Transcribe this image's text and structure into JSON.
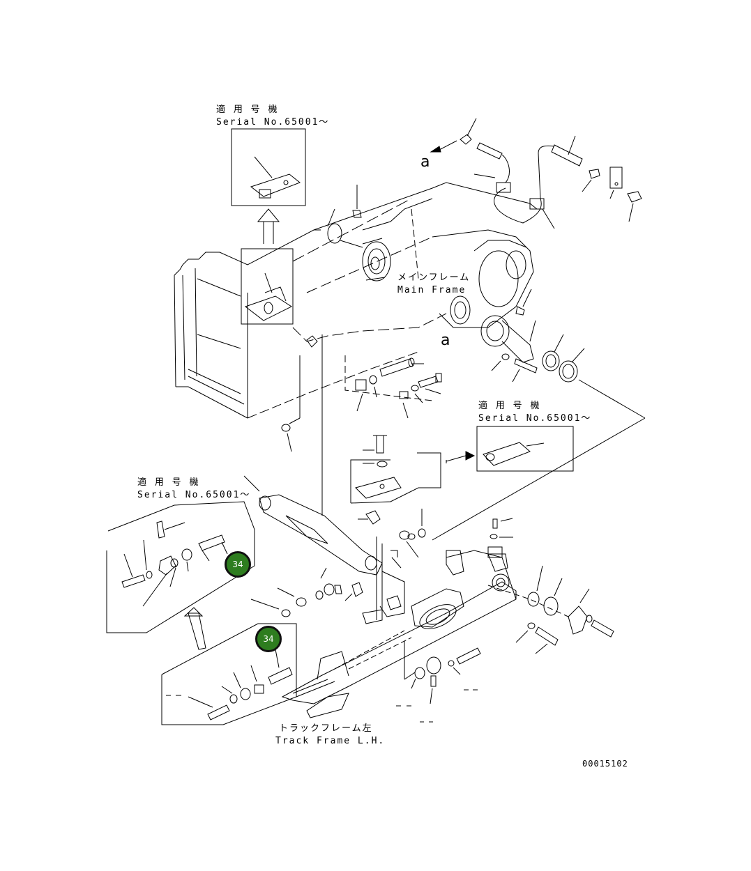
{
  "labels": {
    "applicable_top": "適 用 号 機",
    "serial_top": "Serial No.65001～",
    "applicable_mid": "適 用 号 機",
    "serial_mid": "Serial No.65001～",
    "applicable_left": "適 用 号 機",
    "serial_left": "Serial No.65001～",
    "main_frame_jp": "メインフレーム",
    "main_frame_en": "Main Frame",
    "track_frame_jp": "トラックフレーム左",
    "track_frame_en": "Track Frame L.H.",
    "drawing_number": "00015102",
    "arrow_a_top": "a",
    "arrow_a_mid": "a"
  },
  "callouts": [
    {
      "number": "34"
    },
    {
      "number": "34"
    }
  ],
  "colors": {
    "line": "#000000",
    "badge_fill": "#2e7d1f",
    "badge_text": "#ffffff"
  }
}
